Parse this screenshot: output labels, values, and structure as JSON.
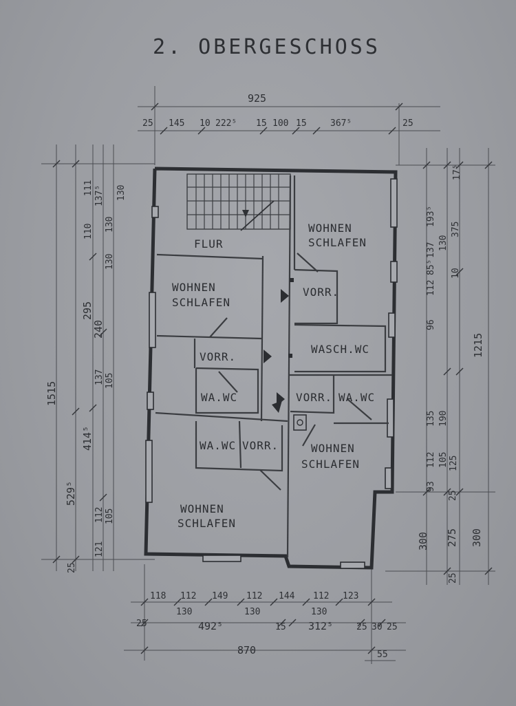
{
  "title": "2. OBERGESCHOSS",
  "rooms": {
    "flur": "FLUR",
    "wohnen_schlafen_ne_1": "WOHNEN",
    "wohnen_schlafen_ne_2": "SCHLAFEN",
    "wohnen_schlafen_nw_1": "WOHNEN",
    "wohnen_schlafen_nw_2": "SCHLAFEN",
    "vorr_ne": "VORR.",
    "wasch_wc": "WASCH.WC",
    "vorr_w": "VORR.",
    "wa_wc_w": "WA.WC",
    "vorr_e": "VORR.",
    "wa_wc_e": "WA.WC",
    "wa_wc_sw": "WA.WC",
    "vorr_sw": "VORR.",
    "wohnen_schlafen_se_1": "WOHNEN",
    "wohnen_schlafen_se_2": "SCHLAFEN",
    "wohnen_schlafen_sw_1": "WOHNEN",
    "wohnen_schlafen_sw_2": "SCHLAFEN"
  },
  "dimensions": {
    "top_total": "925",
    "top_25a": "25",
    "top_145": "145",
    "top_10": "10",
    "top_2225": "222⁵",
    "top_15a": "15",
    "top_100": "100",
    "top_15b": "15",
    "top_3675": "367⁵",
    "top_25b": "25",
    "bottom_total": "870",
    "bottom_118": "118",
    "bottom_112a": "112",
    "bottom_149": "149",
    "bottom_112b": "112",
    "bottom_144": "144",
    "bottom_112c": "112",
    "bottom_123": "123",
    "bottom_130a": "130",
    "bottom_130b": "130",
    "bottom_130c": "130",
    "bottom_25": "25",
    "bottom_4925": "492⁵",
    "bottom_15": "15",
    "bottom_3125": "312⁵",
    "bottom_25b": "25",
    "bottom_30": "30",
    "bottom_25c": "25",
    "bottom_55": "55",
    "left_1515": "1515",
    "left_295": "295",
    "left_240": "240",
    "left_5295": "529⁵",
    "left_4145": "414⁵",
    "left_25": "25",
    "left_121": "121",
    "left_112": "112",
    "left_105a": "105",
    "left_137": "137",
    "left_105b": "105",
    "left_130a": "130",
    "left_130b": "130",
    "left_130c": "130",
    "left_110": "110",
    "left_111": "111",
    "left_1375": "137⁵",
    "right_1215": "1215",
    "right_375": "375",
    "right_1935": "193⁵",
    "right_137": "137",
    "right_130": "130",
    "right_1125": "112",
    "right_855": "85⁵",
    "right_10": "10",
    "right_96": "96",
    "right_135": "135",
    "right_190": "190",
    "right_112b": "112",
    "right_93": "93",
    "right_105": "105",
    "right_125": "125",
    "right_300a": "300",
    "right_275": "275",
    "right_300b": "300",
    "right_25a": "25",
    "right_25b": "25",
    "right_175": "17⁵"
  }
}
